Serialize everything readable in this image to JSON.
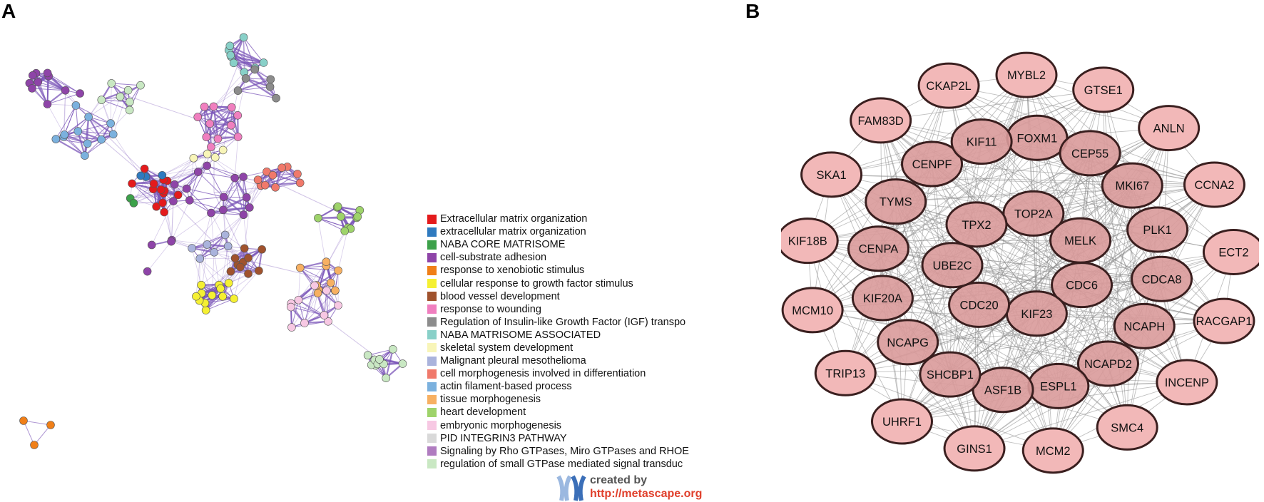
{
  "panels": {
    "a_letter": "A",
    "b_letter": "B"
  },
  "legend": {
    "items": [
      {
        "label": "Extracellular matrix organization",
        "color": "#e41a1c"
      },
      {
        "label": "extracellular matrix organization",
        "color": "#2f7abf"
      },
      {
        "label": "NABA CORE MATRISOME",
        "color": "#3ca14a"
      },
      {
        "label": "cell-substrate adhesion",
        "color": "#8e44a8"
      },
      {
        "label": "response to xenobiotic stimulus",
        "color": "#f07f18"
      },
      {
        "label": "cellular response to growth factor stimulus",
        "color": "#f5f032"
      },
      {
        "label": "blood vessel development",
        "color": "#a0522d"
      },
      {
        "label": "response to wounding",
        "color": "#f07fbf"
      },
      {
        "label": "Regulation of Insulin-like Growth Factor (IGF) transpo",
        "color": "#8c8c8c"
      },
      {
        "label": "NABA MATRISOME ASSOCIATED",
        "color": "#88d0c8"
      },
      {
        "label": "skeletal system development",
        "color": "#f8f5b8"
      },
      {
        "label": "Malignant pleural mesothelioma",
        "color": "#aab3dc"
      },
      {
        "label": "cell morphogenesis involved in differentiation",
        "color": "#f0796b"
      },
      {
        "label": "actin filament-based process",
        "color": "#7bb1de"
      },
      {
        "label": "tissue morphogenesis",
        "color": "#f7b062"
      },
      {
        "label": "heart development",
        "color": "#9ed36a"
      },
      {
        "label": "embryonic morphogenesis",
        "color": "#f7c8e3"
      },
      {
        "label": "PID INTEGRIN3 PATHWAY",
        "color": "#d9d9d9"
      },
      {
        "label": "Signaling by Rho GTPases, Miro GTPases and RHOE",
        "color": "#b07cc0"
      },
      {
        "label": "regulation of small GTPase mediated signal transduc",
        "color": "#c9e8c3"
      }
    ]
  },
  "credit": {
    "created_by": "created by",
    "url": "http://metascape.org"
  },
  "network_b": {
    "node_fill": "#f2b8b8",
    "inner_fill": "#d99a9a",
    "edge_color": "#8a8a8a",
    "outer": [
      "MYBL2",
      "GTSE1",
      "ANLN",
      "CCNA2",
      "ECT2",
      "RACGAP1",
      "INCENP",
      "SMC4",
      "MCM2",
      "GINS1",
      "UHRF1",
      "TRIP13",
      "MCM10",
      "KIF18B",
      "SKA1",
      "FAM83D",
      "CKAP2L"
    ],
    "middle": [
      "FOXM1",
      "CEP55",
      "MKI67",
      "PLK1",
      "CDCA8",
      "NCAPH",
      "NCAPD2",
      "ESPL1",
      "ASF1B",
      "SHCBP1",
      "NCAPG",
      "KIF20A",
      "CENPA",
      "TYMS",
      "CENPF",
      "KIF11"
    ],
    "inner": [
      "TOP2A",
      "MELK",
      "CDC6",
      "KIF23",
      "CDC20",
      "UBE2C",
      "TPX2"
    ]
  },
  "network_a": {
    "cluster_colors": [
      "#8e44a8",
      "#aab3dc",
      "#88d0c8",
      "#c9e8c3",
      "#7bb1de",
      "#f07fbf",
      "#8c8c8c",
      "#e41a1c",
      "#2f7abf",
      "#3ca14a",
      "#f0796b",
      "#9ed36a",
      "#f5f032",
      "#a0522d",
      "#f7b062",
      "#f7c8e3",
      "#d9d9d9",
      "#f07f18",
      "#f8f5b8",
      "#b07cc0"
    ],
    "edge_color": "#7b55b8"
  }
}
